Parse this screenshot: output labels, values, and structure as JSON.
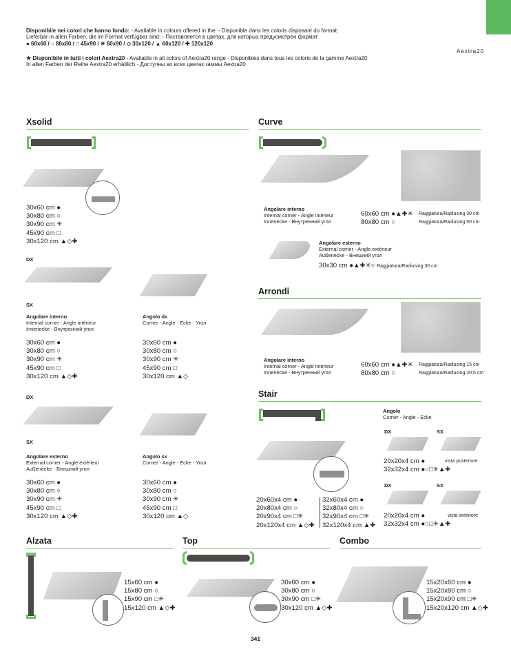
{
  "header": {
    "line1_bold": "Disponibile nei colori che hanno fondo:",
    "line1": " - Available in colours offered in the: - Disponible dans les coloris disposant du format:",
    "line2": "Lieferbar in allen Farben, die im Format verfügbar sind: - Поставляется в цветах, для которых предусмотрен формат",
    "line3": "● 60x60  /  ○ 80x80  /  □ 45x90  /  ✳ 60x90  /  ◇ 30x120  /  ▲ 60x120  /  ✚ 120x120",
    "line4_bold": "★ Disponibile in tutti i colori Aextra20",
    "line4": " - Available in all colors of Aextra20 range - Disponibles dans tous les coloris de la gamme Aextra20",
    "line5": "In allen Farben der Reihe Aextra20 erhältlich - Доступны во всех цветах гаммы Aextra20"
  },
  "brand": "Aextra20",
  "page_number": "341",
  "xsolid": {
    "title": "Xsolid",
    "sizes": [
      "30x60 cm ●",
      "30x80 cm ○",
      "30x90 cm ✳",
      "45x90 cm □",
      "30x120 cm ▲◇✚"
    ],
    "dx": "DX",
    "sx": "SX",
    "internal": {
      "c1": "Angolare interno",
      "c2": "Internal corner - Angle intérieur",
      "c3": "Innenecke - Внутренний угол",
      "sizes": [
        "30x60 cm ●",
        "30x80 cm ○",
        "30x90 cm ✳",
        "45x90 cm □",
        "30x120 cm ▲◇✚"
      ]
    },
    "angolo_dx": {
      "c1": "Angolo dx",
      "c2": "Corner - Angle - Ecke - Угол",
      "sizes": [
        "30x60 cm ●",
        "30x80 cm ○",
        "30x90 cm ✳",
        "45x90 cm □",
        "30x120 cm ▲◇"
      ]
    },
    "dx2": "DX",
    "sx2": "SX",
    "external": {
      "c1": "Angolare esterno",
      "c2": "External corner - Angle extérieur",
      "c3": "Außenecke - Внешний угол",
      "sizes": [
        "30x60 cm ●",
        "30x80 cm ○",
        "30x90 cm ✳",
        "45x90 cm □",
        "30x120 cm ▲◇✚"
      ]
    },
    "angolo_sx": {
      "c1": "Angolo sx",
      "c2": "Corner - Angle - Ecke - Угол",
      "sizes": [
        "30x60 cm ●",
        "30x80 cm ○",
        "30x90 cm ✳",
        "45x90 cm □",
        "30x120 cm ▲◇"
      ]
    }
  },
  "curve": {
    "title": "Curve",
    "internal": {
      "c1": "Angolare interno",
      "c2": "Internal corner - Angle intérieur",
      "c3": "Innenecke - Внутренний угол",
      "rows": [
        {
          "size": "60x60 cm ●▲✚✳",
          "note": "Raggiatura/Radiusing 30 cm"
        },
        {
          "size": "80x80 cm ○",
          "note": "Raggiatura/Radiusing 50 cm"
        }
      ]
    },
    "external": {
      "c1": "Angolare esterno",
      "c2": "External corner - Angle extérieur",
      "c3": "Außenecke - Внешний угол",
      "row": {
        "size": "30x30 cm ●▲✚✳○",
        "note": "Raggiatura/Radiusing 30 cm"
      }
    }
  },
  "arrondi": {
    "title": "Arrondi",
    "c1": "Angolare interno",
    "c2": "Internal corner - Angle intérieur",
    "c3": "Innenecke - Внутренний угол",
    "rows": [
      {
        "size": "60x60 cm ●▲✚✳",
        "note": "Raggiatura/Radiusing 15 cm"
      },
      {
        "size": "80x80 cm ○",
        "note": "Raggiatura/Radiusing 20,5 cm"
      }
    ]
  },
  "stair": {
    "title": "Stair",
    "left": [
      "20x60x4 cm ●",
      "20x80x4 cm ○",
      "20x90x4 cm □✳",
      "20x120x4 cm ▲◇✚"
    ],
    "right": [
      "32x60x4 cm ●",
      "32x80x4 cm ○",
      "32x90x4 cm □✳",
      "32x120x4 cm ▲✚"
    ],
    "angolo": "Angolo",
    "angolo_sub": "Corner - Angle - Ecke",
    "dx": "DX",
    "sx": "SX",
    "dx2": "DX",
    "sx2": "SX",
    "post": {
      "s1": "20x20x4 cm ●",
      "note": "vista posteriore",
      "s2": "32x32x4 cm ●○□✳▲✚"
    },
    "ant": {
      "s1": "20x20x4 cm ●",
      "note": "vista anteriore",
      "s2": "32x32x4 cm ●○□✳▲✚"
    }
  },
  "alzata": {
    "title": "Alzata",
    "sizes": [
      "15x60 cm ●",
      "15x80 cm ○",
      "15x90 cm □✳",
      "15x120 cm ▲◇✚"
    ]
  },
  "top": {
    "title": "Top",
    "sizes": [
      "30x60 cm ●",
      "30x80 cm ○",
      "30x90 cm □✳",
      "30x120 cm ▲◇✚"
    ]
  },
  "combo": {
    "title": "Combo",
    "sizes": [
      "15x20x60 cm ●",
      "15x20x80 cm ○",
      "15x20x90 cm □✳",
      "15x20x120 cm ▲◇✚"
    ]
  },
  "colors": {
    "accent": "#6fbf64",
    "tab": "#5cb85c",
    "profile": "#4a4a48"
  }
}
